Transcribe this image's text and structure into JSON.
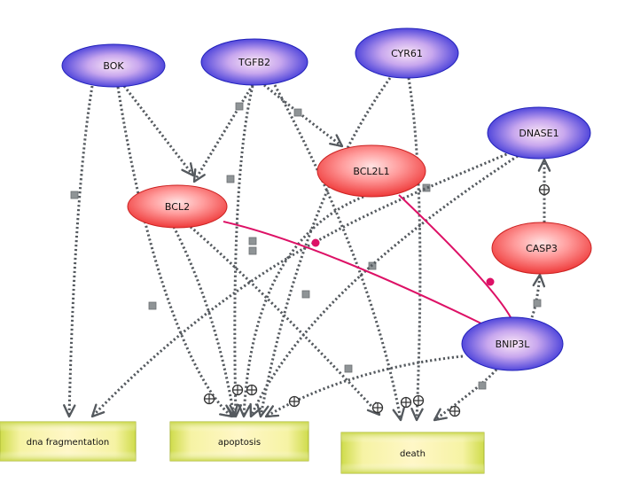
{
  "colors": {
    "gene_fill": "#6666ee",
    "gene_stroke": "#2222bb",
    "bcl_fill": "#ff7a7a",
    "bcl_stroke": "#cc2222",
    "phenotype_fill": "#e2eb6e",
    "phenotype_stroke": "#a9b536",
    "edge": "#555a5f",
    "inhibit": "#dd1166"
  },
  "nodes": {
    "bok": {
      "label": "BOK",
      "kind": "gene"
    },
    "tgfb2": {
      "label": "TGFB2",
      "kind": "gene"
    },
    "cyr61": {
      "label": "CYR61",
      "kind": "gene"
    },
    "dnase1": {
      "label": "DNASE1",
      "kind": "gene"
    },
    "bcl2l1": {
      "label": "BCL2L1",
      "kind": "bcl"
    },
    "bcl2": {
      "label": "BCL2",
      "kind": "bcl"
    },
    "casp3": {
      "label": "CASP3",
      "kind": "bcl"
    },
    "bnip3l": {
      "label": "BNIP3L",
      "kind": "gene"
    },
    "dna_fragmentation": {
      "label": "dna fragmentation",
      "kind": "phenotype"
    },
    "apoptosis": {
      "label": "apoptosis",
      "kind": "phenotype"
    },
    "death": {
      "label": "death",
      "kind": "phenotype"
    }
  },
  "edges": [
    {
      "from": "bok",
      "to": "dna_fragmentation",
      "type": "activation"
    },
    {
      "from": "bok",
      "to": "bcl2",
      "type": "activation"
    },
    {
      "from": "bok",
      "to": "apoptosis",
      "type": "positive"
    },
    {
      "from": "tgfb2",
      "to": "bcl2",
      "type": "activation"
    },
    {
      "from": "tgfb2",
      "to": "bcl2l1",
      "type": "activation"
    },
    {
      "from": "tgfb2",
      "to": "apoptosis",
      "type": "positive"
    },
    {
      "from": "tgfb2",
      "to": "death",
      "type": "positive"
    },
    {
      "from": "cyr61",
      "to": "apoptosis",
      "type": "positive"
    },
    {
      "from": "cyr61",
      "to": "death",
      "type": "positive"
    },
    {
      "from": "dnase1",
      "to": "dna_fragmentation",
      "type": "activation"
    },
    {
      "from": "dnase1",
      "to": "apoptosis",
      "type": "activation"
    },
    {
      "from": "bcl2l1",
      "to": "apoptosis",
      "type": "activation"
    },
    {
      "from": "bcl2",
      "to": "apoptosis",
      "type": "positive"
    },
    {
      "from": "bcl2",
      "to": "death",
      "type": "activation"
    },
    {
      "from": "bnip3l",
      "to": "apoptosis",
      "type": "positive"
    },
    {
      "from": "bnip3l",
      "to": "death",
      "type": "positive"
    },
    {
      "from": "bnip3l",
      "to": "casp3",
      "type": "activation"
    },
    {
      "from": "casp3",
      "to": "dnase1",
      "type": "positive"
    },
    {
      "from": "bcl2",
      "to": "bnip3l",
      "type": "inhibition"
    },
    {
      "from": "bcl2l1",
      "to": "bnip3l",
      "type": "inhibition"
    }
  ]
}
